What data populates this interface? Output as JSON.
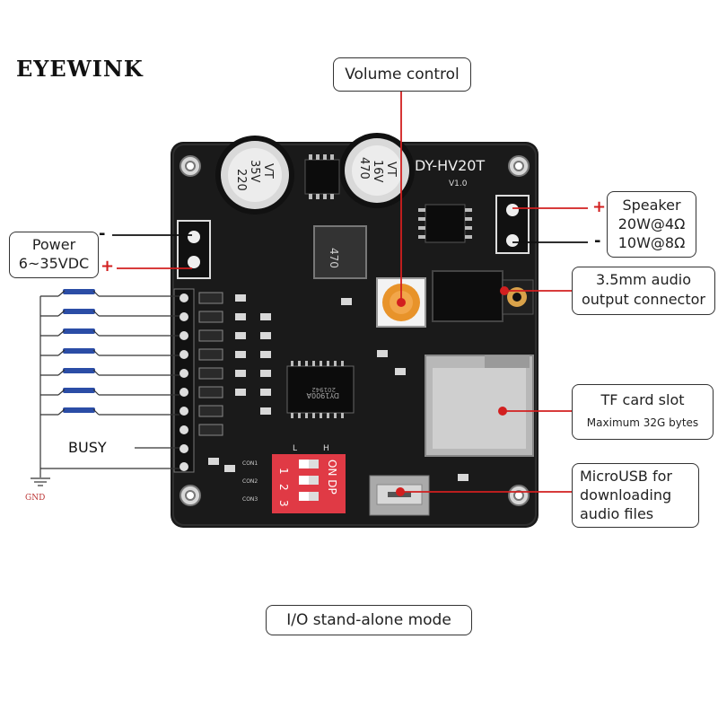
{
  "brand": "EYEWINK",
  "board": {
    "model": "DY-HV20T",
    "version": "V1.0",
    "cap1": [
      "220",
      "35V",
      "VT"
    ],
    "cap2": [
      "470",
      "16V",
      "VT"
    ],
    "inductor": "470",
    "chip": "DY1900A",
    "chip_code": "201942",
    "dip_on": "ON DP",
    "dip_nums": [
      "1",
      "2",
      "3"
    ],
    "dip_lh": [
      "L",
      "H"
    ],
    "con": [
      "CON1",
      "CON2",
      "CON3"
    ]
  },
  "callouts": {
    "volume": "Volume control",
    "power": [
      "Power",
      "6~35VDC"
    ],
    "speaker": [
      "Speaker",
      "20W@4Ω",
      "10W@8Ω"
    ],
    "audio": [
      "3.5mm audio",
      "output connector"
    ],
    "tf": [
      "TF card slot",
      "Maximum 32G bytes"
    ],
    "usb": [
      "MicroUSB for",
      "downloading",
      "audio files"
    ],
    "mode": "I/O stand-alone mode"
  },
  "labels": {
    "busy": "BUSY",
    "gnd": "GND",
    "plus": "+",
    "minus": "-"
  },
  "colors": {
    "accent": "#d21f1f",
    "board": "#1a1a1a",
    "dip": "#e03a45",
    "pot": "#e8932a"
  }
}
